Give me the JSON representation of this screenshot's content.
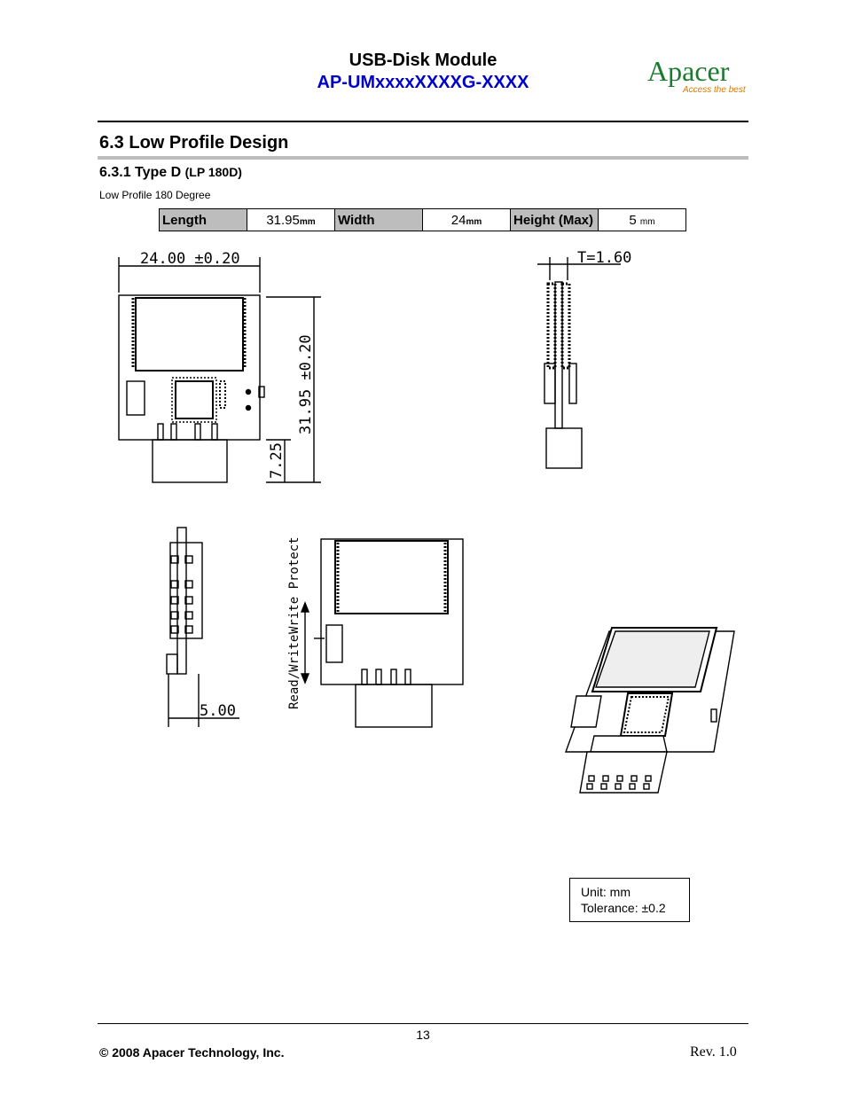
{
  "header": {
    "title": "USB-Disk Module",
    "model": "AP-UMxxxxXXXXG-XXXX",
    "logo_text": "Apacer",
    "logo_tagline": "Access the best"
  },
  "section": {
    "heading": "6.3 Low Profile Design",
    "subheading_main": "6.3.1 Type D",
    "subheading_paren": "(LP 180D)",
    "caption": "Low Profile 180 Degree"
  },
  "spec": {
    "length_label": "Length",
    "length_value": "31.95",
    "length_unit": "mm",
    "width_label": "Width",
    "width_value": "24",
    "width_unit": "mm",
    "height_label": "Height (Max)",
    "height_value": "5",
    "height_unit": "mm"
  },
  "drawing": {
    "dim_width": "24.00  ±0.20",
    "dim_length": "31.95  ±0.20",
    "dim_connector": "7.25",
    "dim_thickness": "T=1.60",
    "dim_side": "5.00",
    "label_write_protect": "Write Protect",
    "label_read_write": "Read/Write"
  },
  "unit_box": {
    "unit": "Unit: mm",
    "tolerance": "Tolerance: ±0.2"
  },
  "footer": {
    "page_number": "13",
    "copyright": "© 2008 Apacer Technology, Inc.",
    "revision": "Rev. 1.0"
  },
  "colors": {
    "model_blue": "#0000cc",
    "logo_green": "#1a7a2e",
    "logo_orange": "#e07800",
    "spec_label_bg": "#bdbdbd"
  }
}
